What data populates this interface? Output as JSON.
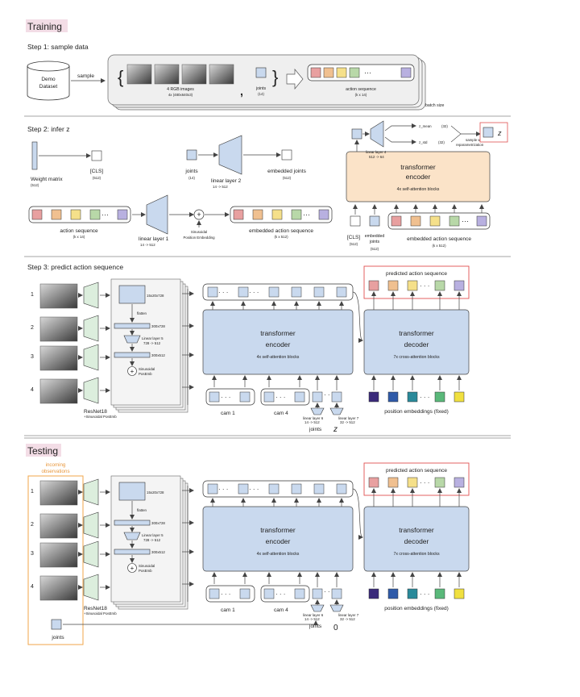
{
  "headings": {
    "training": "Training",
    "testing": "Testing"
  },
  "step1": {
    "title": "Step 1: sample data",
    "demo_line1": "Demo",
    "demo_line2": "Dataset",
    "sample": "sample",
    "rgb": "4 RGB images",
    "rgb_dims": "4x (480x640x3)",
    "comma": ",",
    "joints": "joints",
    "joints_dim": "(14)",
    "action_seq": "action sequence",
    "action_dim": "(k x 14)",
    "batch": "batch size"
  },
  "step2": {
    "title": "Step 2: infer z",
    "weight": "Weight matrix",
    "weight_dim": "(512)",
    "cls": "[CLS]",
    "cls_dim": "(512)",
    "joints": "joints",
    "joints_dim": "(14)",
    "linear2": "linear layer 2",
    "linear2_dim": "14 -> 512",
    "emb_joints": "embedded joints",
    "emb_joints_dim": "(512)",
    "action_seq": "action sequence",
    "action_dim": "(k x 14)",
    "linear1": "linear layer 1",
    "linear1_dim": "14 -> 512",
    "sinusoidal": "Sinusoidal",
    "posemb": "Position Embedding",
    "emb_action": "embedded action sequence",
    "emb_action_dim": "(k x 512)",
    "linear4": "linear layer 4",
    "linear4_dim": "512 -> 64",
    "z_mean": "z_mean",
    "z_mean_dim": "(32)",
    "z_std": "z_std",
    "z_std_dim": "(32)",
    "sample_with": "sample with",
    "reparam": "reparametrization",
    "z_symbol": "z",
    "enc_title": "transformer",
    "enc_title2": "encoder",
    "enc_sub": "4x self-attention blocks",
    "cls2": "[CLS]",
    "cls2_dim": "(512)",
    "emb_joints2": "embedded",
    "emb_joints2b": "joints",
    "emb_joints2_dim": "(512)",
    "emb_action2": "embedded action sequence",
    "emb_action2_dim": "(k x 512)"
  },
  "step3": {
    "title": "Step 3: predict action sequence",
    "rows": [
      "1",
      "2",
      "3",
      "4"
    ],
    "dims_a": "15x20x728",
    "flatten": "flatten",
    "dims_b": "300x728",
    "linear5": "Linear layer 5",
    "linear5_dim": "728 -> 512",
    "dims_c": "300x512",
    "sinusoidal": "Sinusoidal",
    "posemb": "PosEmb",
    "resnet": "ResNet18",
    "resnet_sub": "+Sinusoidal PosEmb",
    "enc_title": "transformer",
    "enc_title2": "encoder",
    "enc_sub": "4x self-attention blocks",
    "dec_title": "transformer",
    "dec_title2": "decoder",
    "dec_sub": "7x cross-attention blocks",
    "pred": "predicted action sequence",
    "cam1": "cam 1",
    "cam4": "cam 4",
    "linear6": "linear layer 6",
    "linear6_dim": "14 -> 512",
    "linear7": "linear layer 7",
    "linear7_dim": "32 -> 512",
    "joints": "joints",
    "z_symbol": "z",
    "pos_emb": "position embeddings (fixed)",
    "ellipsis": "· · ·"
  },
  "testing": {
    "incoming1": "incoming",
    "incoming2": "observations",
    "joints": "joints",
    "zero": "0"
  },
  "colors": {
    "red": "#e8a0a0",
    "orange": "#f0c090",
    "yellow": "#f5e08a",
    "green": "#b8d8a8",
    "purple": "#b8b0e0",
    "blue": "#c9d9ee",
    "enc_orange": "#fbe3c8",
    "resnet_green": "#dceedd",
    "pe_dark": "#3a2a7a",
    "pe_blue": "#2f5aa8",
    "pe_teal": "#2a8a9a",
    "pe_green": "#5ab87a",
    "pe_yellow": "#f0e040",
    "accent_orange": "#f0a64a",
    "accent_red": "#e05050",
    "heading_bg": "#f3dde6"
  }
}
